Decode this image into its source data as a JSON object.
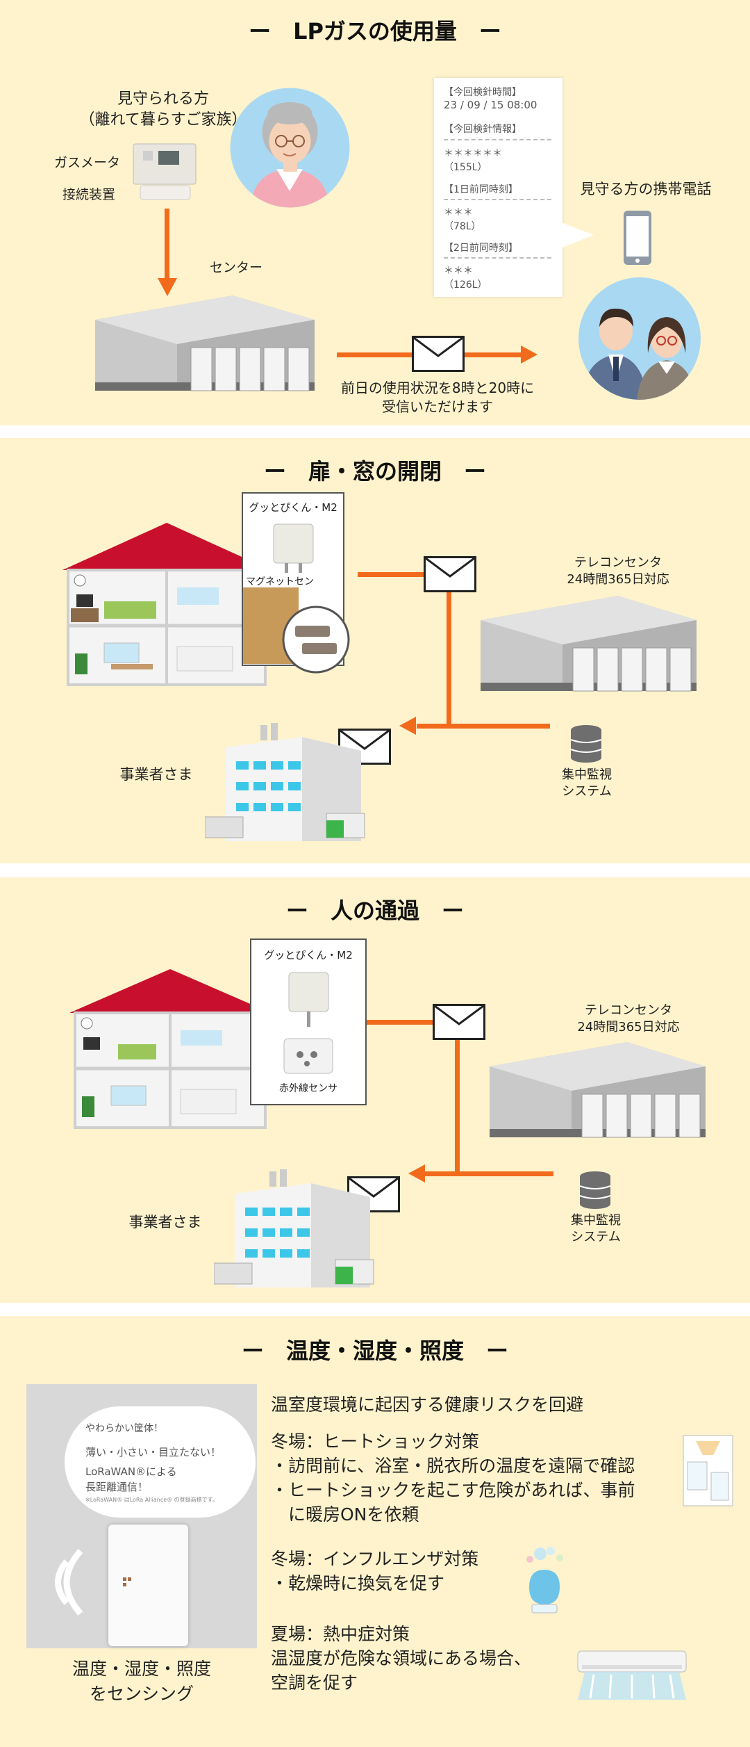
{
  "sections": {
    "gas": {
      "title": "ー　LPガスの使用量　ー",
      "watched_label_1": "見守られる方",
      "watched_label_2": "（離れて暮らすご家族）",
      "gas_meter_label": "ガスメータ",
      "connector_label": "接続装置",
      "center_label": "センター",
      "phone_label": "見守る方の携帯電話",
      "delivery_text_1": "前日の使用状況を8時と20時に",
      "delivery_text_2": "受信いただけます",
      "phone_screen": {
        "latest_time_header": "【今回検針時間】",
        "latest_time_value": "23 / 09 / 15  08:00",
        "latest_info_header": "【今回検針情報】",
        "latest_info_stars": "＊＊＊＊＊＊",
        "latest_info_value": "（155L）",
        "day1_header": "【1日前同時刻】",
        "day1_stars": "＊＊＊",
        "day1_value": "（78L）",
        "day2_header": "【2日前同時刻】",
        "day2_stars": "＊＊＊",
        "day2_value": "（126L）"
      }
    },
    "door": {
      "title": "ー　扉・窓の開閉　ー",
      "device_label": "グッとぴくん・M2",
      "sensor_label": "マグネットセンサ",
      "telecon_label_1": "テレコンセンタ",
      "telecon_label_2": "24時間365日対応",
      "monitor_label_1": "集中監視",
      "monitor_label_2": "システム",
      "business_label": "事業者さま"
    },
    "person": {
      "title": "ー　人の通過　ー",
      "device_label": "グッとぴくん・M2",
      "sensor_label": "赤外線センサ",
      "telecon_label_1": "テレコンセンタ",
      "telecon_label_2": "24時間365日対応",
      "monitor_label_1": "集中監視",
      "monitor_label_2": "システム",
      "business_label": "事業者さま"
    },
    "env": {
      "title": "ー　温度・湿度・照度　ー",
      "bubble_1": "やわらかい筐体！",
      "bubble_2": "薄い・小さい・目立たない！",
      "bubble_3": "LoRaWAN®による",
      "bubble_4": "長距離通信！",
      "bubble_note": "※LoRaWAN® はLoRa Alliance® の登録商標です。",
      "caption_1": "温度・湿度・照度",
      "caption_2": "をセンシング",
      "heading": "温室度環境に起因する健康リスクを回避",
      "winter1_title": "冬場：ヒートショック対策",
      "winter1_item1": "・訪問前に、浴室・脱衣所の温度を遠隔で確認",
      "winter1_item2a": "・ヒートショックを起こす危険があれば、事前",
      "winter1_item2b": "　に暖房ONを依頼",
      "winter2_title": "冬場：インフルエンザ対策",
      "winter2_item1": "・乾燥時に換気を促す",
      "summer_title": "夏場：熱中症対策",
      "summer_line1": "温湿度が危険な領域にある場合、",
      "summer_line2": "空調を促す"
    }
  },
  "colors": {
    "panel_bg": "#fef3cc",
    "arrow": "#f26b1d",
    "roof": "#c8102e"
  }
}
